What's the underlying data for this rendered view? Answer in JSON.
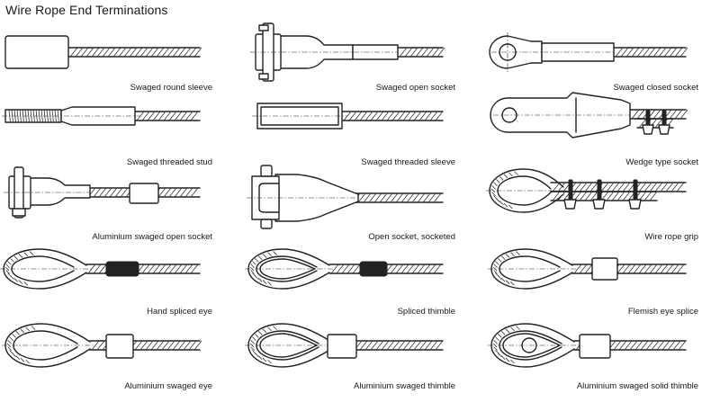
{
  "title": "Wire Rope End Terminations",
  "items": [
    {
      "label": "Swaged round sleeve"
    },
    {
      "label": "Swaged open socket"
    },
    {
      "label": "Swaged closed socket"
    },
    {
      "label": "Swaged threaded stud"
    },
    {
      "label": "Swaged threaded sleeve"
    },
    {
      "label": "Wedge type socket"
    },
    {
      "label": "Aluminium swaged open socket"
    },
    {
      "label": "Open socket, socketed"
    },
    {
      "label": "Wire rope grip"
    },
    {
      "label": "Hand spliced eye"
    },
    {
      "label": "Spliced thimble"
    },
    {
      "label": "Flemish eye splice"
    },
    {
      "label": "Aluminium swaged eye"
    },
    {
      "label": "Aluminium swaged thimble"
    },
    {
      "label": "Aluminium swaged solid thimble"
    }
  ]
}
